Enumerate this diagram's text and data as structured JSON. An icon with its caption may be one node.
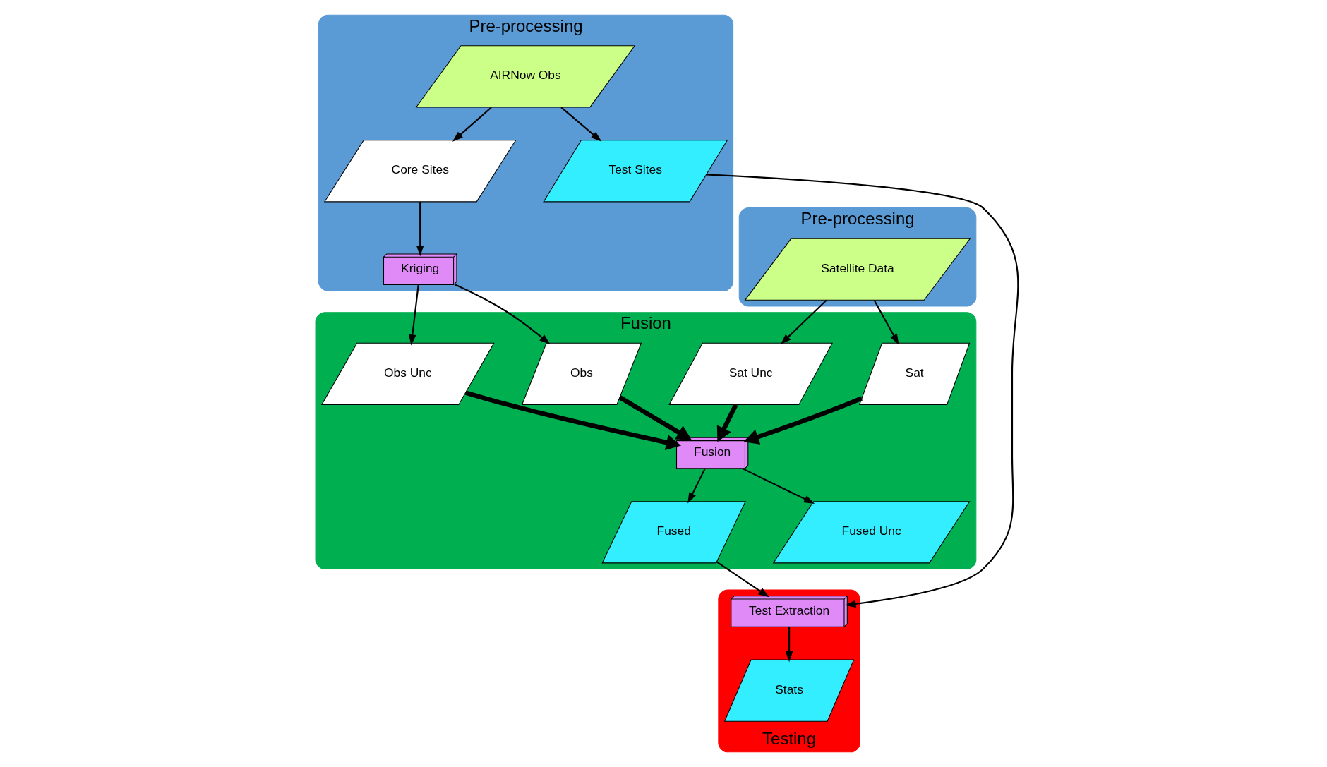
{
  "diagram": {
    "nodes": [
      {
        "text": [
          "Pre-processing"
        ]
      },
      {
        "text": [
          "AIRNow Obs"
        ],
        "in": 0
      },
      {
        "text": [
          "Core Sites"
        ],
        "in": 0
      },
      {
        "text": [
          "Kriging"
        ],
        "in": 0
      },
      {
        "text": [
          "Test Sites"
        ],
        "in": 0
      },
      {
        "text": [
          "Fusion"
        ]
      },
      {
        "text": [
          "Obs"
        ],
        "in": 5
      },
      {
        "text": [
          "Sat"
        ],
        "in": 5
      },
      {
        "text": [
          "Obs Unc"
        ],
        "in": 5
      },
      {
        "text": [
          "Sat Unc"
        ],
        "in": 5
      },
      {
        "text": [
          "Fusion"
        ],
        "in": 5
      },
      {
        "text": [
          "Fused"
        ],
        "in": 5
      },
      {
        "text": [
          "Fused Unc"
        ],
        "in": 5
      },
      {
        "text": [
          "Pre-processing"
        ]
      },
      {
        "text": [
          "Satellite Data"
        ],
        "in": 13
      },
      {
        "text": [
          "Testing"
        ]
      },
      {
        "text": [
          "Test Extraction"
        ],
        "in": 15
      },
      {
        "text": [
          "Stats"
        ],
        "in": 15
      }
    ],
    "edges": [
      {
        "from": 1,
        "to": 2,
        "arrow": "to"
      },
      {
        "from": 1,
        "to": 4,
        "arrow": "to"
      },
      {
        "from": 2,
        "to": 3,
        "arrow": "to"
      },
      {
        "from": 3,
        "to": 6,
        "arrow": "to"
      },
      {
        "from": 3,
        "to": 8,
        "arrow": "to"
      },
      {
        "from": 14,
        "to": 7,
        "arrow": "to"
      },
      {
        "from": 14,
        "to": 9,
        "arrow": "to"
      },
      {
        "from": 6,
        "to": 10,
        "arrow": "to",
        "style": "thick"
      },
      {
        "from": 7,
        "to": 10,
        "arrow": "to",
        "style": "thick"
      },
      {
        "from": 8,
        "to": 10,
        "arrow": "to",
        "style": "thick"
      },
      {
        "from": 9,
        "to": 10,
        "arrow": "to",
        "style": "thick"
      },
      {
        "from": 10,
        "to": 11,
        "arrow": "to"
      },
      {
        "from": 10,
        "to": 12,
        "arrow": "to"
      },
      {
        "from": 4,
        "to": 16,
        "arrow": "to"
      },
      {
        "from": 11,
        "to": 16,
        "arrow": "to"
      },
      {
        "from": 16,
        "to": 17,
        "arrow": "to"
      }
    ]
  }
}
